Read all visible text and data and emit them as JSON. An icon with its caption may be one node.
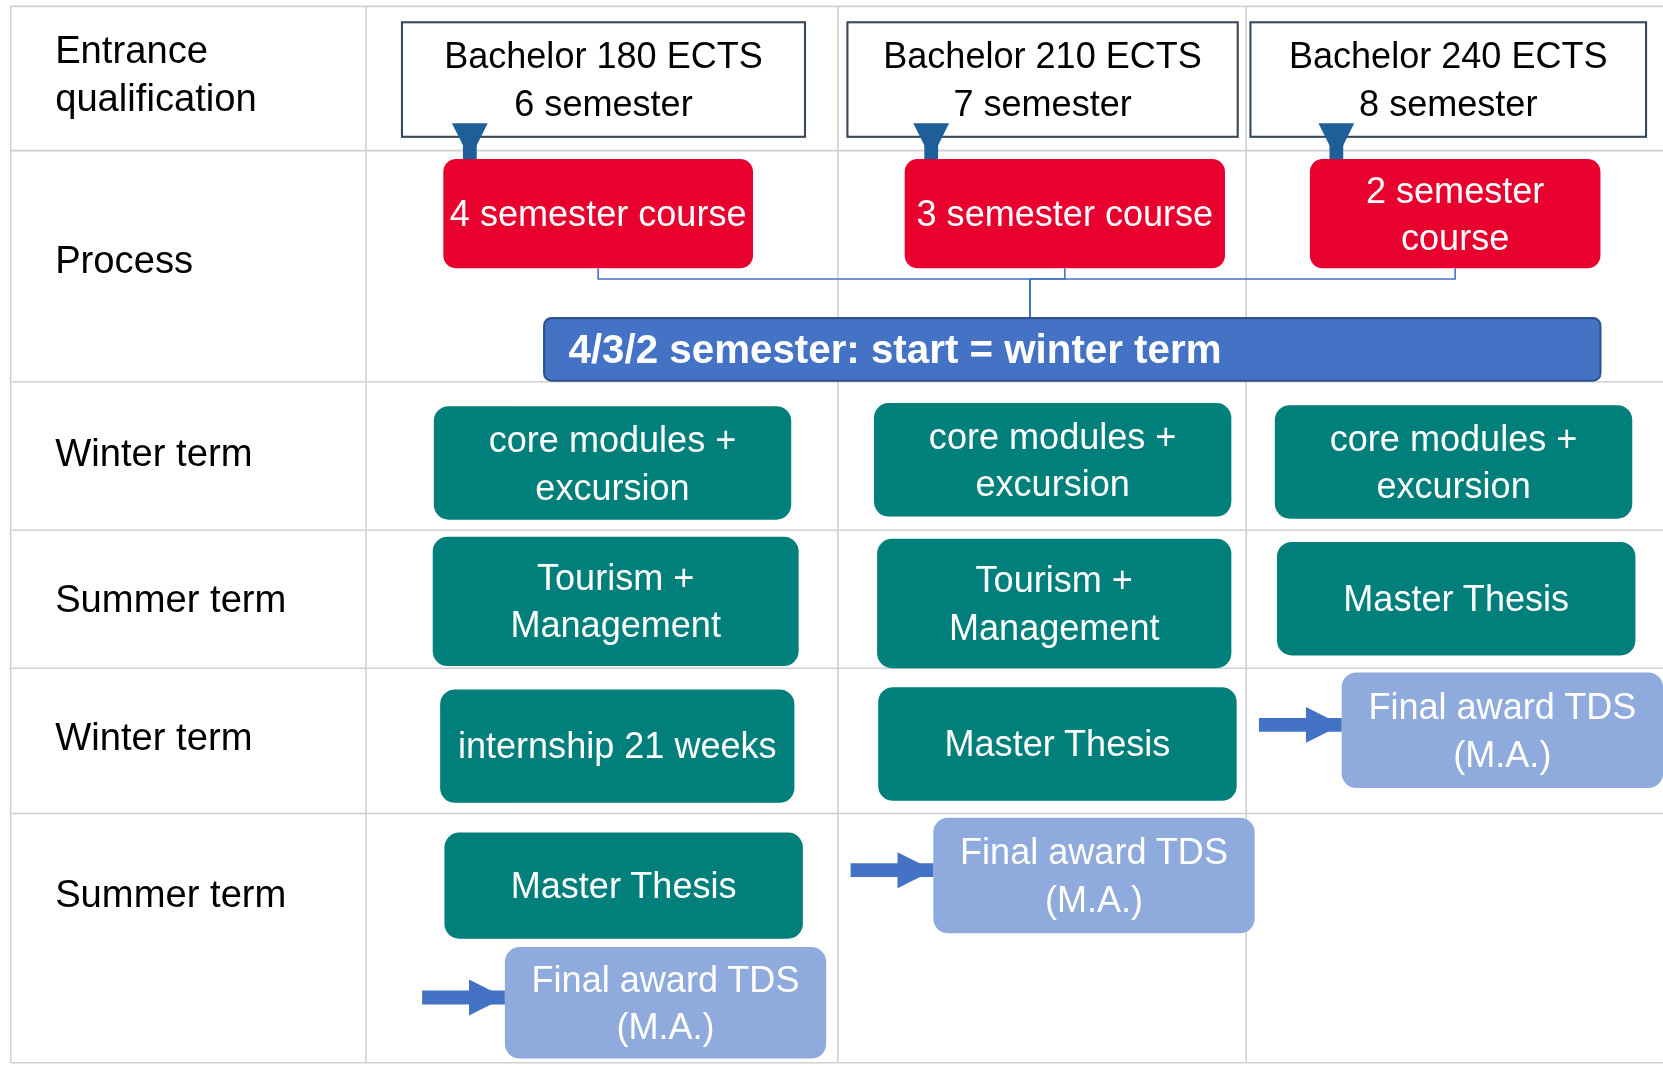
{
  "diagram": {
    "nodes": [
      {
        "text": [
          "Bachelor 180 ECTS",
          "6 semester"
        ]
      },
      {
        "text": [
          "Bachelor 210 ECTS",
          "7 semester"
        ]
      },
      {
        "text": [
          "Bachelor 240 ECTS",
          "8 semester"
        ]
      },
      {
        "text": [
          "4 semester course"
        ]
      },
      {
        "text": [
          "3 semester course"
        ]
      },
      {
        "text": [
          "2 semester course"
        ]
      },
      {
        "text": [
          "4/3/2 semester:   start = winter term"
        ]
      },
      {
        "text": [
          "core  modules + excursion"
        ]
      },
      {
        "text": [
          "core  modules + excursion"
        ]
      },
      {
        "text": [
          "core  modules + excursion"
        ]
      },
      {
        "text": [
          "Tourism + Management"
        ]
      },
      {
        "text": [
          "Tourism + Management"
        ]
      },
      {
        "text": [
          "Master Thesis"
        ]
      },
      {
        "text": [
          "internship 21 weeks"
        ]
      },
      {
        "text": [
          "Master Thesis"
        ]
      },
      {
        "text": [
          "Final award TDS  (M.A.)"
        ]
      },
      {
        "text": [
          "Master Thesis"
        ]
      },
      {
        "text": [
          "Final award TDS  (M.A.)"
        ]
      },
      {
        "text": [
          "Final award TDS  (M.A.)"
        ]
      }
    ],
    "edges": [
      {
        "from": 0,
        "to": 3,
        "arrow": "to",
        "color": "#1f5f99"
      },
      {
        "from": 1,
        "to": 4,
        "arrow": "to",
        "color": "#1f5f99"
      },
      {
        "from": 2,
        "to": 5,
        "arrow": "to",
        "color": "#1f5f99"
      },
      {
        "from": 3,
        "to": 6,
        "arrow": "none"
      },
      {
        "from": 4,
        "to": 6,
        "arrow": "none"
      },
      {
        "from": 5,
        "to": 6,
        "arrow": "none"
      },
      {
        "from": null,
        "to": 15,
        "arrow": "to"
      },
      {
        "from": null,
        "to": 17,
        "arrow": "to"
      },
      {
        "from": null,
        "to": 18,
        "arrow": "to"
      }
    ],
    "labels": [
      "Entrance qualification",
      "Process",
      "Winter term",
      "Summer term",
      "Winter term",
      "Summer term"
    ]
  }
}
